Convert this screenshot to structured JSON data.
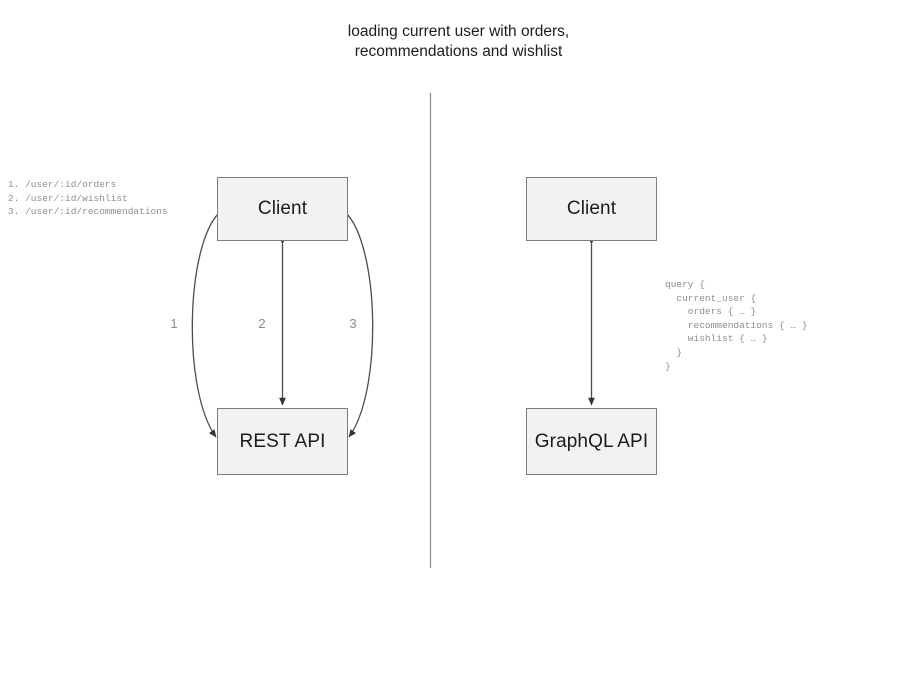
{
  "title": "loading current user with orders,\nrecommendations and wishlist",
  "divider": {
    "name": "vertical-divider",
    "color": "#8a8a8a"
  },
  "rest_side": {
    "client_label": "Client",
    "api_label": "REST API",
    "endpoints": "1. /user/:id/orders\n2. /user/:id/wishlist\n3. /user/:id/recommendations",
    "endpoint_items": [
      "1. /user/:id/orders",
      "2. /user/:id/wishlist",
      "3. /user/:id/recommendations"
    ],
    "edge_labels": [
      "1",
      "2",
      "3"
    ]
  },
  "graphql_side": {
    "client_label": "Client",
    "api_label": "GraphQL API",
    "query": "query {\n  current_user {\n    orders { … }\n    recommendations { … }\n    wishlist { … }\n  }\n}",
    "query_lines": [
      "query {",
      "  current_user {",
      "    orders { … }",
      "    recommendations { … }",
      "    wishlist { … }",
      "  }",
      "}"
    ]
  },
  "colors": {
    "node_fill": "#f2f2f2",
    "node_border": "#7c7c7c",
    "edge_stroke": "#4d4d4d",
    "annotation_text": "#8e8e8e",
    "title_text": "#1c1c1c"
  }
}
